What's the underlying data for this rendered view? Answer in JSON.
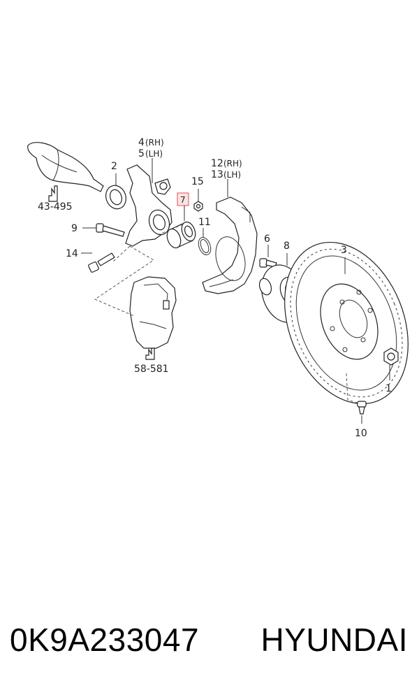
{
  "callouts": {
    "c1": "1",
    "c2": "2",
    "c3": "3",
    "c4": "4",
    "c4_side": "(RH)",
    "c5": "5",
    "c5_side": "(LH)",
    "c6": "6",
    "c7": "7",
    "c8": "8",
    "c9": "9",
    "c10": "10",
    "c11": "11",
    "c12": "12",
    "c12_side": "(RH)",
    "c13": "13",
    "c13_side": "(LH)",
    "c14": "14",
    "c15": "15",
    "ref_43_495": "43-495",
    "ref_58_581": "58-581"
  },
  "footer": {
    "part_number": "0K9A233047",
    "brand": "HYUNDAI"
  },
  "colors": {
    "highlight_border": "#e05050",
    "highlight_fill": "#fbe3e3",
    "line": "#333333"
  }
}
